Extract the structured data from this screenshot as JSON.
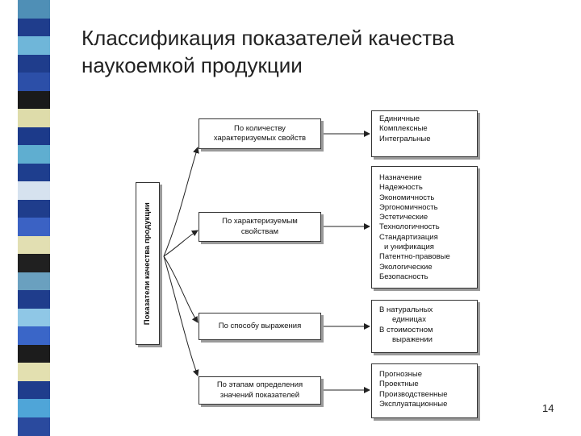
{
  "slide": {
    "title_line1": "Классификация показателей качества",
    "title_line2": "наукоемкой продукции",
    "page_number": "14"
  },
  "diagram": {
    "root_label": "Показатели качества продукции",
    "categories": [
      {
        "label_lines": [
          "По количеству",
          "характеризуемых свойств"
        ]
      },
      {
        "label_lines": [
          "По характеризуемым",
          "свойствам"
        ]
      },
      {
        "label_lines": [
          "По способу выражения"
        ]
      },
      {
        "label_lines": [
          "По этапам определения",
          "значений показателей"
        ]
      }
    ],
    "details": [
      {
        "lines": [
          "Единичные",
          "Комплексные",
          "Интегральные"
        ]
      },
      {
        "lines": [
          "Назначение",
          "Надежность",
          "Экономичность",
          "Эргономичность",
          "Эстетические",
          "Технологичность",
          "Стандартизация",
          "и унификация",
          "Патентно-правовые",
          "Экологические",
          "Безопасность"
        ]
      },
      {
        "lines": [
          "В натуральных",
          "единицах",
          "В стоимостном",
          "выражении"
        ]
      },
      {
        "lines": [
          "Прогнозные",
          "Проектные",
          "Производственные",
          "Эксплуатационные"
        ]
      }
    ]
  },
  "colors": {
    "stripes": [
      "#4f8fb6",
      "#1f3d8c",
      "#6fb6d9",
      "#1f3d8c",
      "#2c4fa8",
      "#1a1a1a",
      "#dedcaa",
      "#1c3a8a",
      "#5faed0",
      "#1e3e8e",
      "#d6e2ef",
      "#1f3d8c",
      "#3b62c4",
      "#e2dfb2",
      "#202020",
      "#6aa0bf",
      "#1f3d8c",
      "#8fc7e6",
      "#3a66c8",
      "#1c1c1c",
      "#e3e0b0",
      "#1f3d8c",
      "#4fa5d8",
      "#2a4a9e"
    ]
  }
}
